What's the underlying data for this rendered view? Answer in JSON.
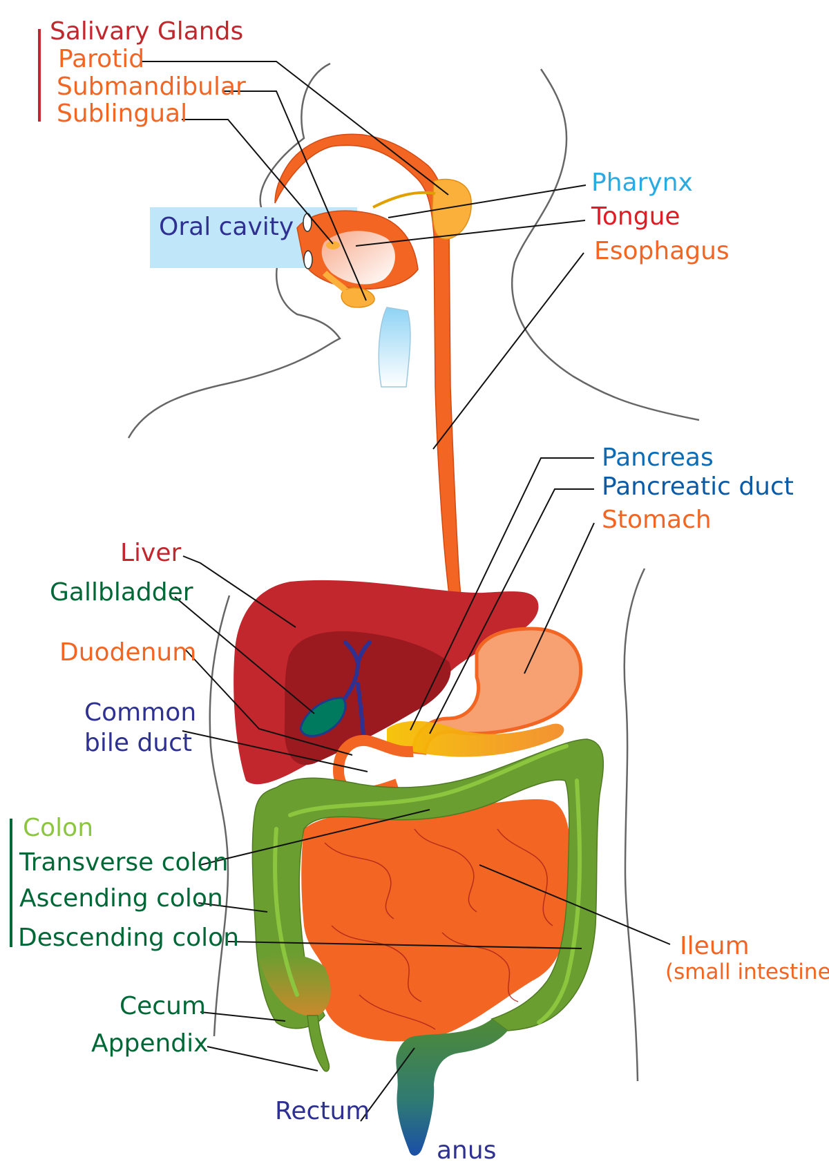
{
  "labels": {
    "salivary_glands": "Salivary Glands",
    "parotid": "Parotid",
    "submandibular": "Submandibular",
    "sublingual": "Sublingual",
    "oral_cavity": "Oral cavity",
    "pharynx": "Pharynx",
    "tongue": "Tongue",
    "esophagus": "Esophagus",
    "pancreas": "Pancreas",
    "pancreatic_duct": "Pancreatic duct",
    "stomach": "Stomach",
    "liver": "Liver",
    "gallbladder": "Gallbladder",
    "duodenum": "Duodenum",
    "common_bile_duct_1": "Common",
    "common_bile_duct_2": "bile duct",
    "colon": "Colon",
    "transverse_colon": "Transverse colon",
    "ascending_colon": "Ascending colon",
    "descending_colon": "Descending colon",
    "cecum": "Cecum",
    "appendix": "Appendix",
    "ileum": "Ileum",
    "ileum_sub": "(small intestine)",
    "rectum": "Rectum",
    "anus": "anus"
  },
  "colors": {
    "red_label": "#c1272d",
    "orange_label": "#f26522",
    "cyan_label": "#29abe2",
    "bright_red": "#e01b24",
    "blue_label": "#0b6bb5",
    "dark_blue_label": "#2e3192",
    "green_label": "#006837",
    "light_green": "#8cc63f",
    "esophagus": "#f26522",
    "liver": "#c1272d",
    "liver_shadow": "#9a1a20",
    "stomach": "#f7a072",
    "gland": "#fbb03b",
    "colon": "#6b9e31",
    "intestine": "#f26522",
    "oral_box": "#bfe6f9",
    "body_outline": "#666666"
  }
}
